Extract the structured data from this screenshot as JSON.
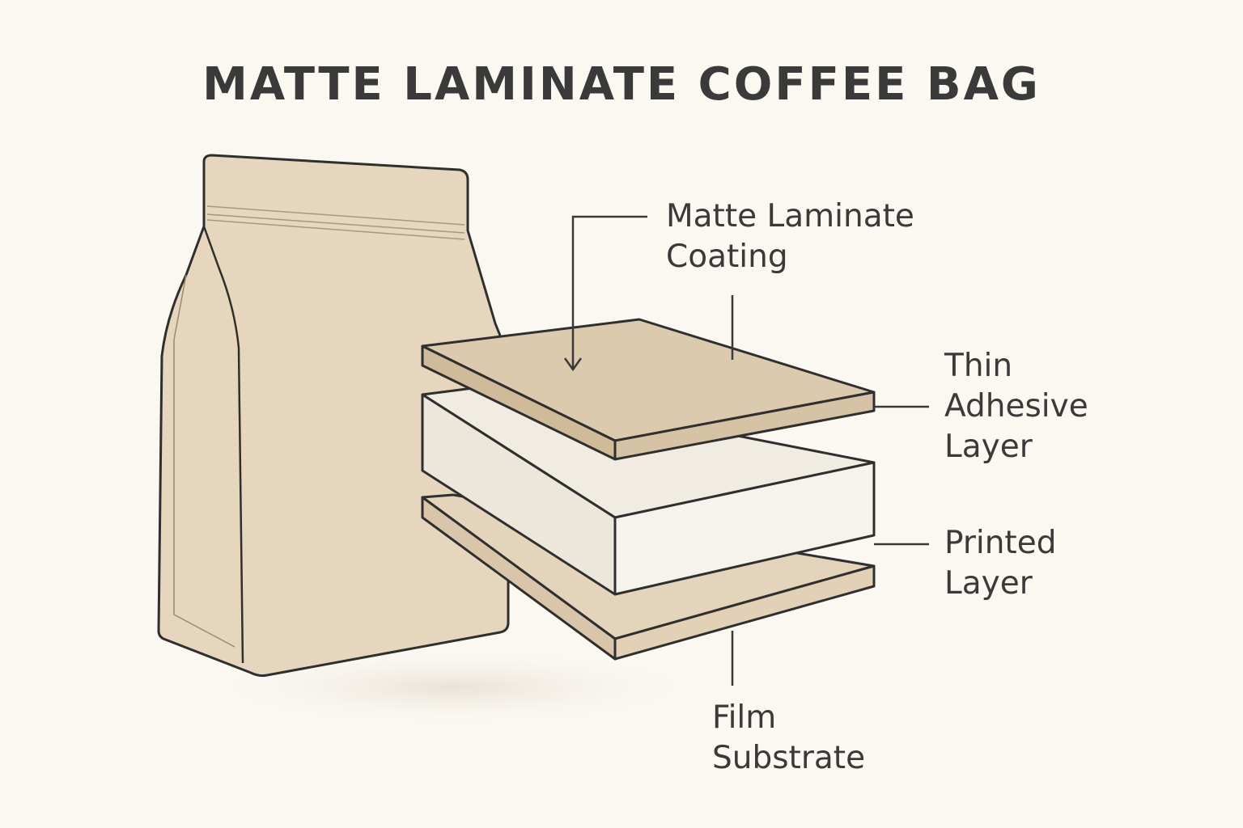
{
  "title": "MATTE LAMINATE COFFEE BAG",
  "labels": {
    "coating": [
      "Matte Laminate",
      "Coating"
    ],
    "adhesive": [
      "Thin",
      "Adhesive",
      "Layer"
    ],
    "printed": [
      "Printed",
      "Layer"
    ],
    "film": [
      "Film",
      "Substrate"
    ]
  },
  "colors": {
    "background": "#fbf8f2",
    "kraft": "#e6d6bd",
    "white_layer": "#f3efe6",
    "outline": "#2f2f2f"
  }
}
